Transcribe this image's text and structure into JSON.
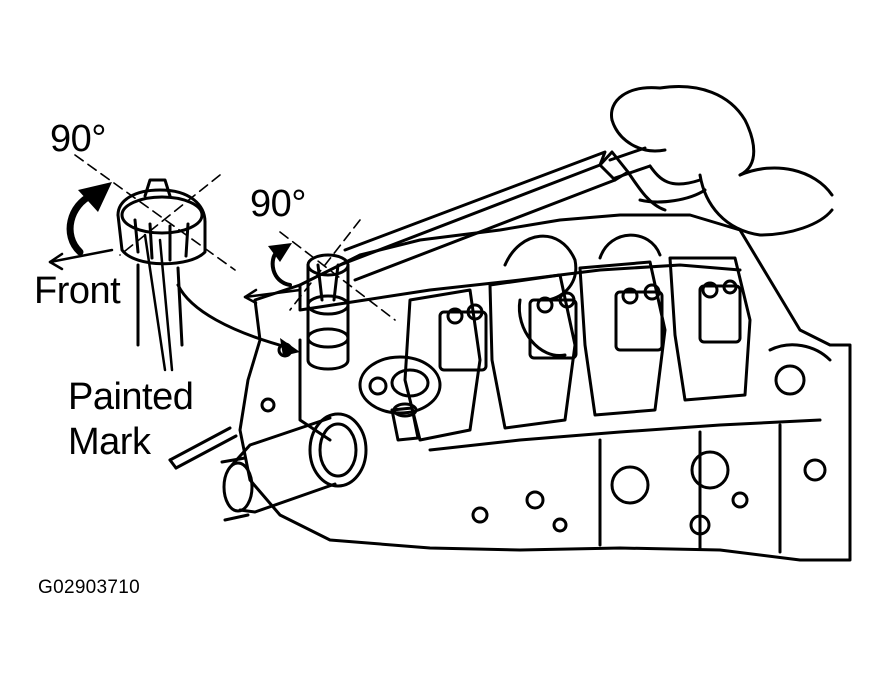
{
  "labels": {
    "angle_left": "90°",
    "angle_right": "90°",
    "front": "Front",
    "painted": "Painted",
    "mark": "Mark",
    "figure_code": "G02903710"
  },
  "colors": {
    "ink": "#000000",
    "paper": "#ffffff"
  },
  "icons": {
    "rotation": "curved-arrow-icon",
    "direction": "straight-arrow-icon"
  }
}
